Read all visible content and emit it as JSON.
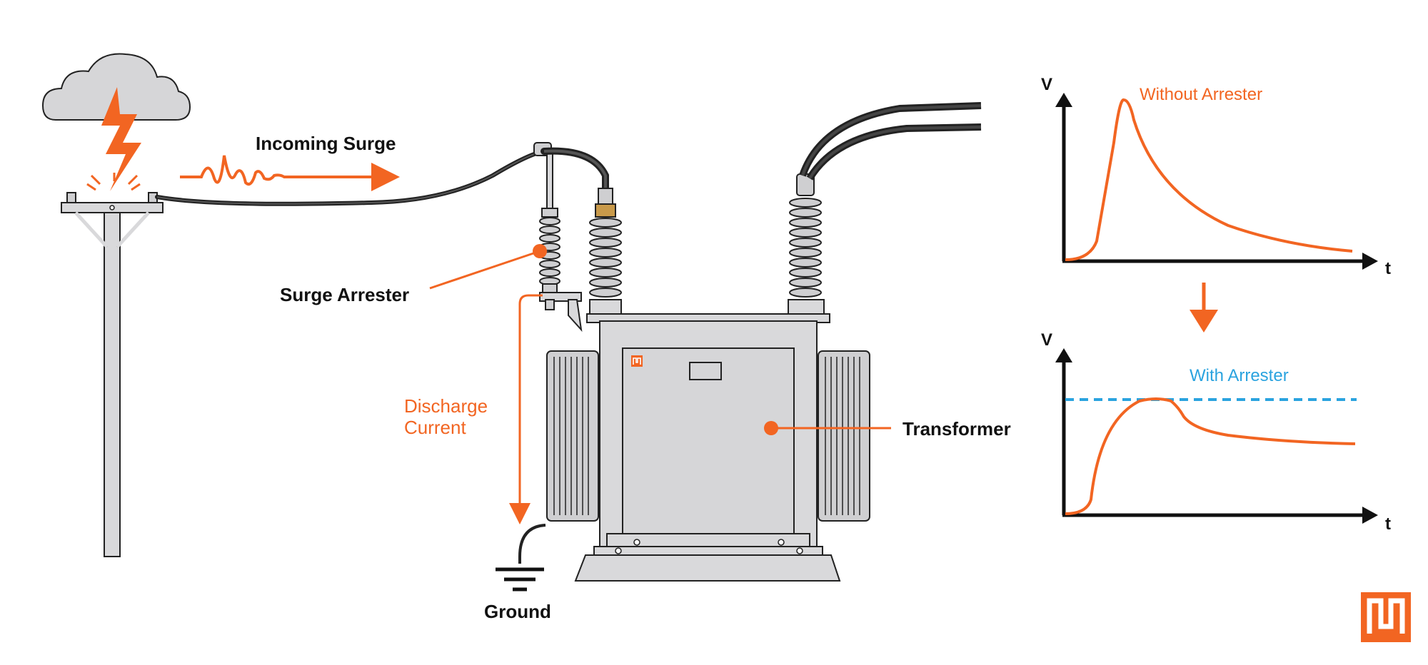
{
  "labels": {
    "incoming_surge": "Incoming Surge",
    "surge_arrester": "Surge Arrester",
    "discharge_current_line1": "Discharge",
    "discharge_current_line2": "Current",
    "ground": "Ground",
    "transformer": "Transformer"
  },
  "graphs": {
    "top": {
      "y_axis": "V",
      "x_axis": "t",
      "label": "Without Arrester"
    },
    "bottom": {
      "y_axis": "V",
      "x_axis": "t",
      "label": "With Arrester"
    }
  },
  "colors": {
    "accent": "#f26522",
    "clamp_line": "#2aa3df",
    "equipment_gray": "#d9d9db",
    "ink": "#111111"
  },
  "icons": [
    "cloud-icon",
    "lightning-bolt-icon",
    "ground-symbol-icon",
    "logo-icon"
  ]
}
